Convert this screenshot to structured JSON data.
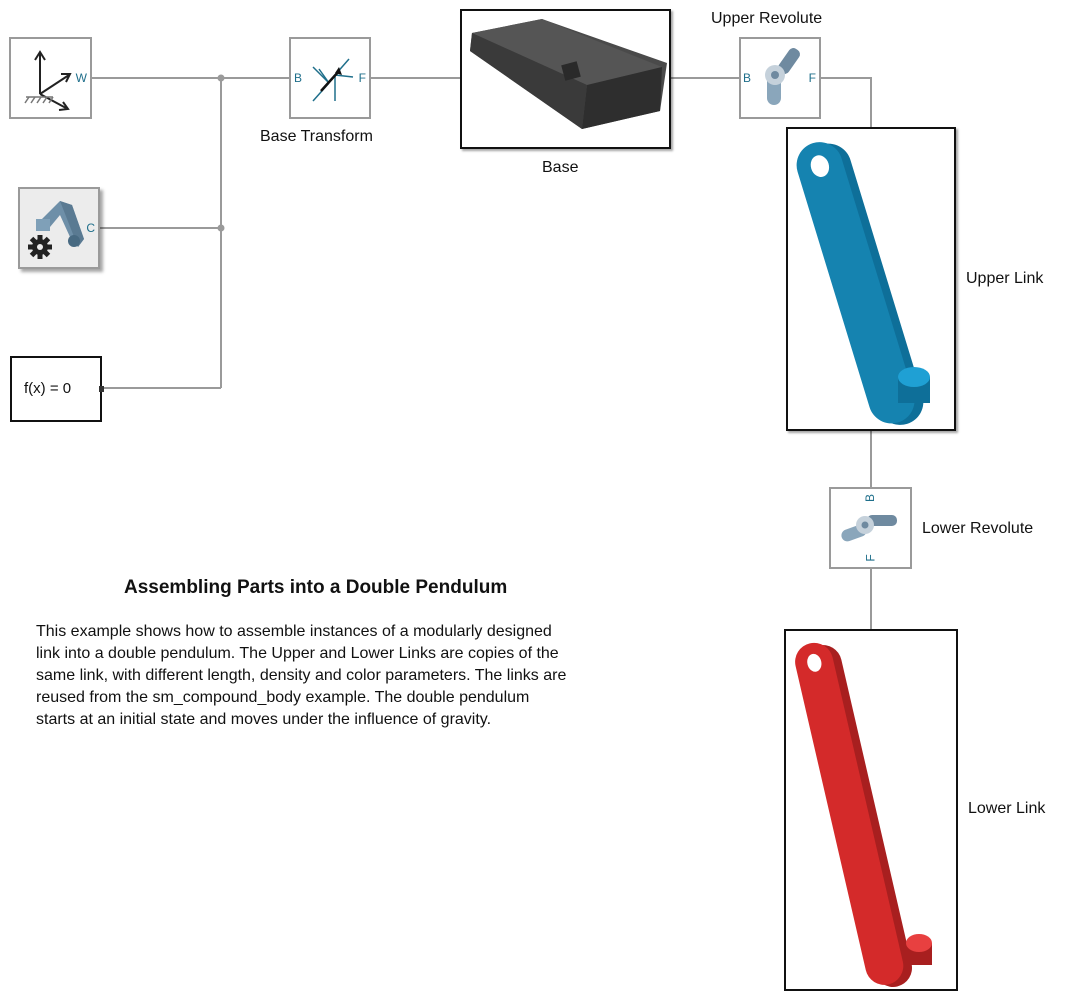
{
  "blocks": {
    "world_frame": {
      "port": "W"
    },
    "solver_config": {
      "port": "C"
    },
    "constraint": {
      "expr": "f(x) = 0"
    },
    "base_transform": {
      "label": "Base Transform",
      "port_in": "B",
      "port_out": "F"
    },
    "base": {
      "label": "Base"
    },
    "upper_revolute": {
      "label": "Upper Revolute",
      "port_in": "B",
      "port_out": "F"
    },
    "upper_link": {
      "label": "Upper Link",
      "color": "#1583b0"
    },
    "lower_revolute": {
      "label": "Lower Revolute",
      "port_in": "B",
      "port_out": "F"
    },
    "lower_link": {
      "label": "Lower Link",
      "color": "#d42a2a"
    }
  },
  "annotation": {
    "title": "Assembling Parts into a Double Pendulum",
    "lines": [
      "This example shows how to assemble instances of a modularly designed",
      "link into a double pendulum. The Upper and Lower Links are copies of the",
      "same link, with different length, density and color parameters. The links are",
      "reused from the sm_compound_body example. The double pendulum",
      "starts at an initial state and moves under the influence of gravity."
    ]
  },
  "colors": {
    "wire": "#9a9a9a",
    "port_text": "#1f6f8b",
    "base_part": "#3d3d3d"
  }
}
